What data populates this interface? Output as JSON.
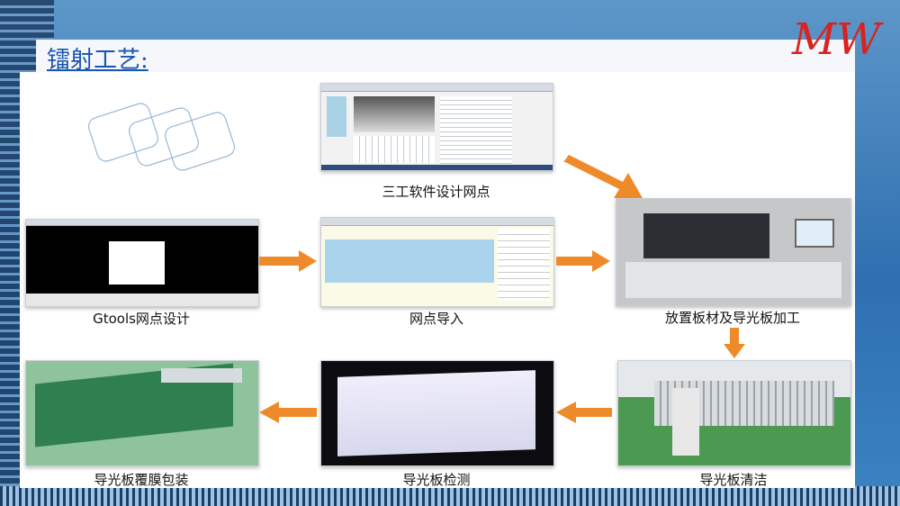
{
  "slide": {
    "title": "镭射工艺:",
    "logo_text": "MW"
  },
  "steps": [
    {
      "id": "sangong",
      "caption": "三工软件设计网点"
    },
    {
      "id": "gtools",
      "caption": "Gtools网点设计"
    },
    {
      "id": "import",
      "caption": "网点导入"
    },
    {
      "id": "machining",
      "caption": "放置板材及导光板加工"
    },
    {
      "id": "cleaning",
      "caption": "导光板清洁"
    },
    {
      "id": "inspection",
      "caption": "导光板检测"
    },
    {
      "id": "packing",
      "caption": "导光板覆膜包装"
    }
  ],
  "colors": {
    "arrow": "#ef8a2a",
    "title": "#1a55b0",
    "logo": "#d8231f"
  }
}
